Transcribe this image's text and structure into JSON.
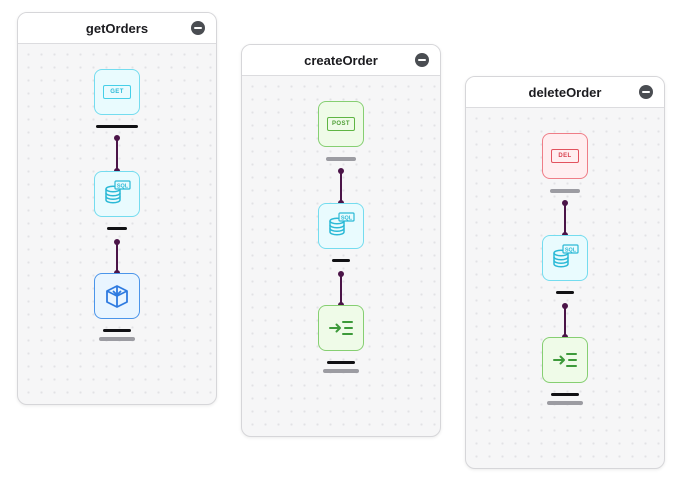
{
  "colors": {
    "edge": "#4b1448",
    "node_cyan_border": "#74dcef",
    "node_green_border": "#86cf72",
    "node_red_border": "#ef7d87",
    "node_blue_border": "#4b95ea"
  },
  "flows": [
    {
      "title": "getOrders",
      "nodes": [
        {
          "kind": "trigger",
          "icon": "get-method-icon",
          "tag": "GET"
        },
        {
          "kind": "query",
          "icon": "sql-database-icon",
          "tag": "SQL"
        },
        {
          "kind": "output",
          "icon": "download-box-icon"
        }
      ]
    },
    {
      "title": "createOrder",
      "nodes": [
        {
          "kind": "trigger",
          "icon": "post-method-icon",
          "tag": "POST"
        },
        {
          "kind": "query",
          "icon": "sql-database-icon",
          "tag": "SQL"
        },
        {
          "kind": "return",
          "icon": "arrow-into-lines-icon"
        }
      ]
    },
    {
      "title": "deleteOrder",
      "nodes": [
        {
          "kind": "trigger",
          "icon": "del-method-icon",
          "tag": "DEL"
        },
        {
          "kind": "query",
          "icon": "sql-database-icon",
          "tag": "SQL"
        },
        {
          "kind": "return",
          "icon": "arrow-into-lines-icon"
        }
      ]
    }
  ]
}
